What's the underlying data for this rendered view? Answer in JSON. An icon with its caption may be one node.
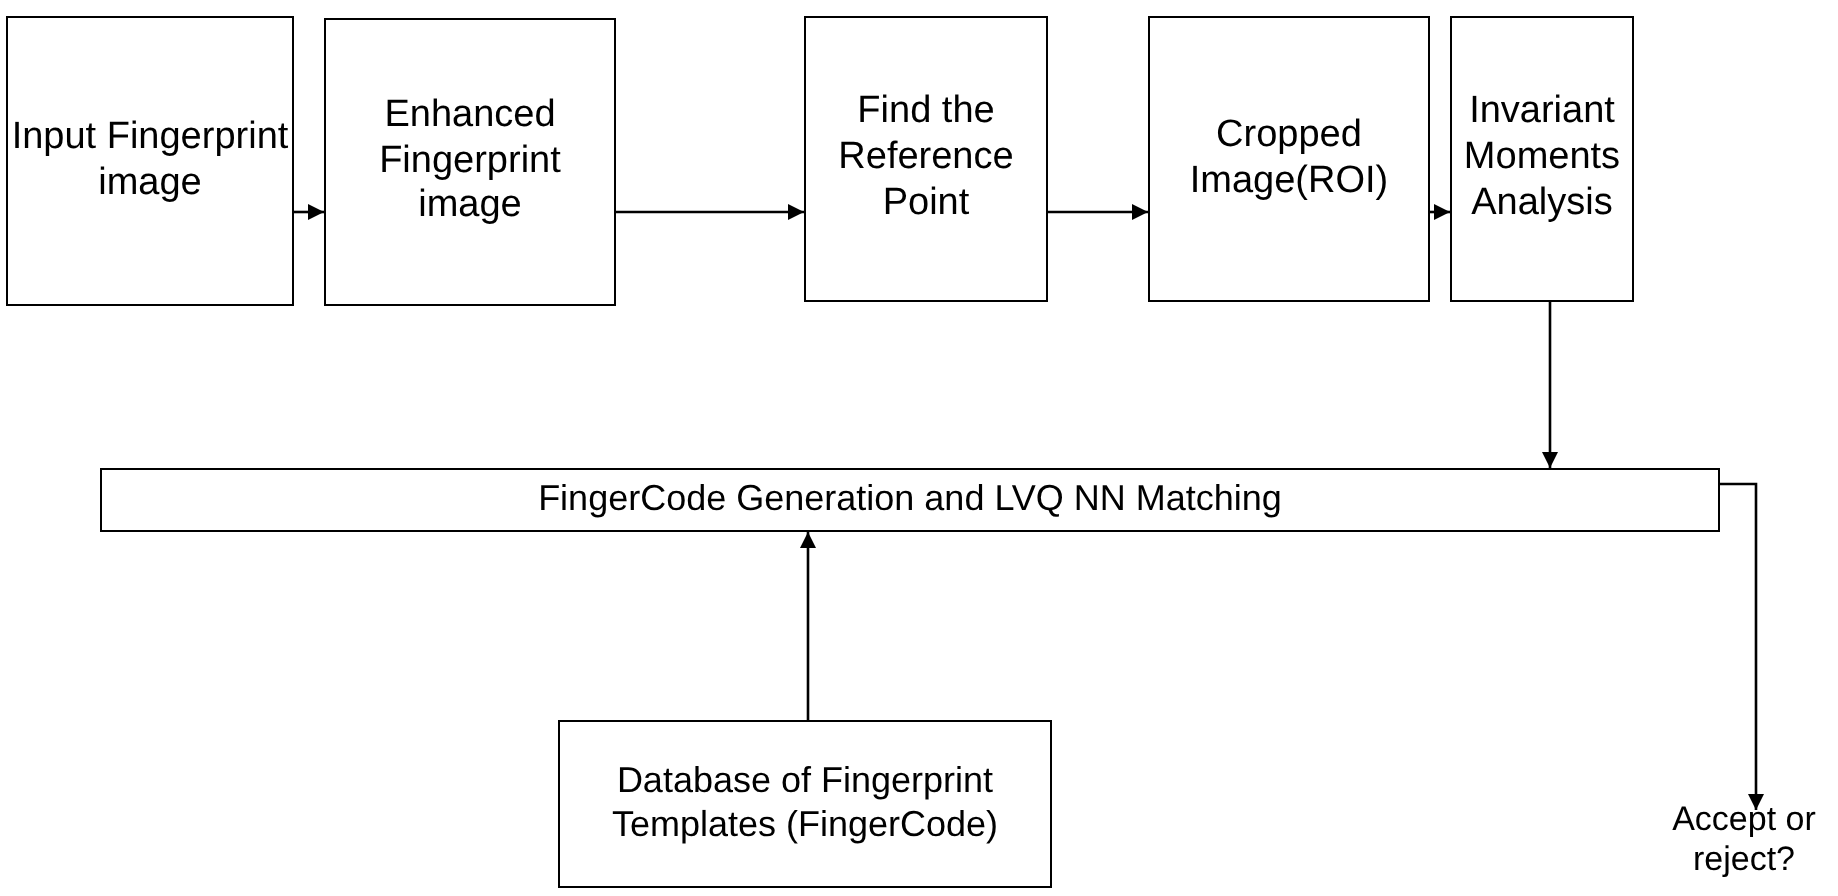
{
  "diagram": {
    "nodes": [
      {
        "text": [
          "Input Fingerprint image"
        ]
      },
      {
        "text": [
          "Enhanced Fingerprint image"
        ]
      },
      {
        "text": [
          "Find the Reference Point"
        ]
      },
      {
        "text": [
          "Cropped Image(ROI)"
        ]
      },
      {
        "text": [
          "Invariant Moments Analysis"
        ]
      },
      {
        "text": [
          "FingerCode Generation and LVQ NN Matching"
        ]
      },
      {
        "text": [
          "Database of Fingerprint Templates (FingerCode)"
        ]
      },
      {
        "text": [
          "Accept or reject?"
        ]
      }
    ],
    "edges": [
      {
        "from": 0,
        "to": 1,
        "arrow": "to"
      },
      {
        "from": 1,
        "to": 2,
        "arrow": "to"
      },
      {
        "from": 2,
        "to": 3,
        "arrow": "to"
      },
      {
        "from": 3,
        "to": 4,
        "arrow": "to"
      },
      {
        "from": 4,
        "to": 5,
        "arrow": "to"
      },
      {
        "from": 6,
        "to": 5,
        "arrow": "to"
      },
      {
        "from": 5,
        "to": 7,
        "arrow": "to"
      }
    ]
  }
}
